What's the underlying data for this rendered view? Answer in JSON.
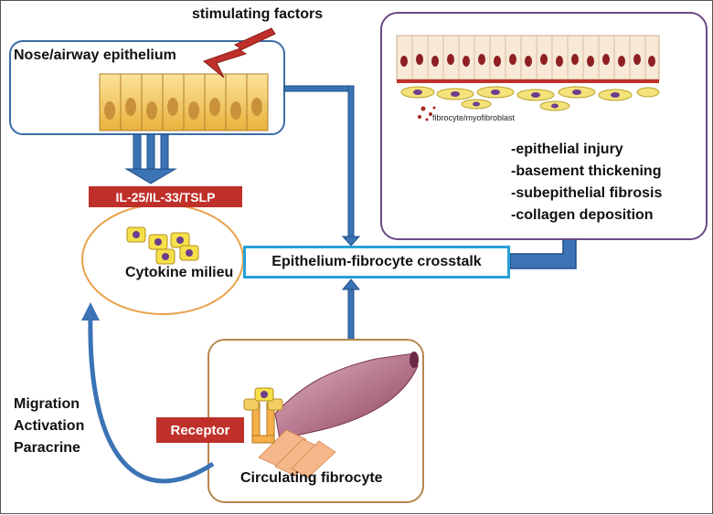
{
  "labels": {
    "stimulating_factors": "stimulating factors",
    "nose_epithelium": "Nose/airway epithelium",
    "cytokines": "IL-25/IL-33/TSLP",
    "cytokine_milieu": "Cytokine milieu",
    "crosstalk": "Epithelium-fibrocyte crosstalk",
    "fibrocyte_myofibroblast": "fibrocyte/myofibroblast",
    "receptor": "Receptor",
    "circulating_fibrocyte": "Circulating fibrocyte"
  },
  "outcomes": [
    "-epithelial injury",
    "-basement thickening",
    "-subepithelial fibrosis",
    "-collagen deposition"
  ],
  "processes": [
    "Migration",
    "Activation",
    "Paracrine"
  ],
  "colors": {
    "arrow_blue": "#3b73b5",
    "label_red": "#c0302b",
    "crosstalk_border": "#27a0d6",
    "epithelium_box_border": "#3a6ea5",
    "outcome_box_border": "#6a4a86",
    "fibrocyte_box_border": "#b5874d",
    "cytokine_circle_border": "#e9a14a",
    "cell_yellow": "#f6cf58",
    "nucleus_purple": "#6b3e8e"
  }
}
